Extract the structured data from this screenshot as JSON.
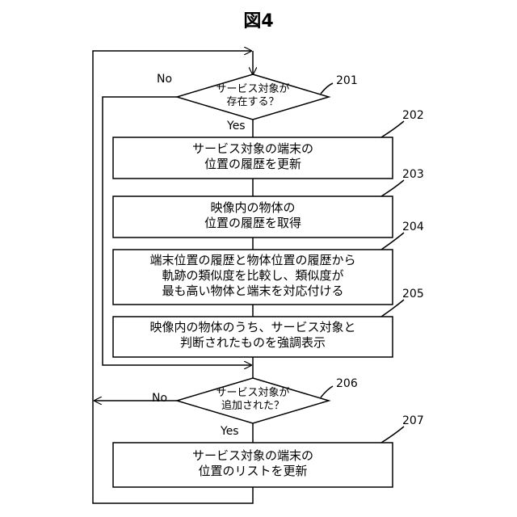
{
  "figure": {
    "title": "図4"
  },
  "steps": {
    "s201": {
      "ref": "201",
      "lines": [
        "サービス対象が",
        "存在する？"
      ],
      "yes": "Yes",
      "no": "No"
    },
    "s202": {
      "ref": "202",
      "lines": [
        "サービス対象の端末の",
        "位置の履歴を更新"
      ]
    },
    "s203": {
      "ref": "203",
      "lines": [
        "映像内の物体の",
        "位置の履歴を取得"
      ]
    },
    "s204": {
      "ref": "204",
      "lines": [
        "端末位置の履歴と物体位置の履歴から",
        "軌跡の類似度を比較し、類似度が",
        "最も高い物体と端末を対応付ける"
      ]
    },
    "s205": {
      "ref": "205",
      "lines": [
        "映像内の物体のうち、サービス対象と",
        "判断されたものを強調表示"
      ]
    },
    "s206": {
      "ref": "206",
      "lines": [
        "サービス対象が",
        "追加された？"
      ],
      "yes": "Yes",
      "no": "No"
    },
    "s207": {
      "ref": "207",
      "lines": [
        "サービス対象の端末の",
        "位置のリストを更新"
      ]
    }
  }
}
